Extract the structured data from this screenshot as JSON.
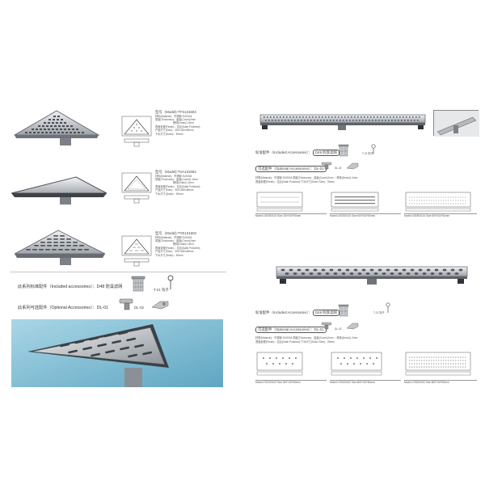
{
  "left": {
    "products": [
      {
        "model": "型号（Model):TTS131604",
        "specs": [
          "材料(Material)：不锈钢 SUS304",
          "厚度(Thickness)：盖板(Cover)2mm",
          "槽体(Drain)1.2mm",
          "表面处理(Finish)：拉丝(Satin Polished)",
          "产品尺寸(Size)：300×180×65mm",
          "下水尺寸(Drain)：50mm"
        ]
      },
      {
        "model": "型号（Model):TVA131604",
        "specs": [
          "材料(Material)：不锈钢 SUS304",
          "厚度(Thickness)：盖板(Cover)1.2mm",
          "槽体(Drain)1.2mm",
          "表面处理(Finish)：拉丝(Satin Polished)",
          "产品尺寸(Size)：300×180×65mm",
          "下水尺寸(Drain)：50mm"
        ]
      },
      {
        "model": "型号（Model):TYE131604",
        "specs": [
          "材料(Material)：不锈钢 SUS304",
          "厚度(Thickness)：盖板(Cover)2mm",
          "槽体(Drain)1.2mm",
          "表面处理(Finish)：拉丝(Satin Polished)",
          "产品尺寸(Size)：300×180×65mm",
          "下水尺寸(Drain)：50mm"
        ]
      }
    ],
    "included_label": "此系列标准配件（Included accessories）：D48 防臭滤网",
    "t21_label": "T-21 钩子",
    "optional_label": "此系列可选配件（Optional Accessories）：DL-01",
    "dl02_label": "DL-02"
  },
  "right_top": {
    "included_label": "标准配件（Included Accessories）：",
    "d48_label": "D48 防臭滤网",
    "t21_label": "T-21 钩子",
    "optional_label": "可选配件（Optional Accessories）：DL-01",
    "dl02_label": "DL-02",
    "specs_line1": "材质(Material)：不锈钢 SUS304      厚度(Thickness)：盖板(Cover)2mm ｜槽体(Drain)1.2mm",
    "specs_line2": "表面处理(Finish)：拉丝(Satin Polished)      下水尺寸(Drain Size)：50mm",
    "models": [
      {
        "model": "Model:LSE300100",
        "size": "Size:300*100*60mm"
      },
      {
        "model": "Model:LSE300100",
        "size": "Size:600*100*60mm"
      },
      {
        "model": "Model:LSE800100",
        "size": "Size:800*100*60mm"
      }
    ]
  },
  "right_bottom": {
    "included_label": "标准配件（Included Accessories）：",
    "d48_label": "D48 防臭滤网",
    "t21_label": "T-21 钩子",
    "optional_label": "可选配件（Optional Accessories）：DL-01",
    "dl02_label": "DL-02",
    "specs_line1": "材质(Material)：不锈钢 SUS304      厚度(Thickness)：盖板(Cover)2mm ｜槽体(Drain)1.2mm",
    "specs_line2": "表面处理(Finish)：拉丝(Satin Polished)      下水尺寸(Drain Size)：50mm",
    "models": [
      {
        "model": "Model:LTK300100",
        "size": "Size:300*100*60mm"
      },
      {
        "model": "Model:LTK600100",
        "size": "Size:600*100*60mm"
      },
      {
        "model": "Model:LTK800100",
        "size": "Size:800*100*60mm"
      }
    ]
  },
  "colors": {
    "steel_light": "#d9dcdf",
    "steel_mid": "#a9adb2",
    "steel_dark": "#5e6369",
    "photo_bg": "#8fc4d8"
  }
}
